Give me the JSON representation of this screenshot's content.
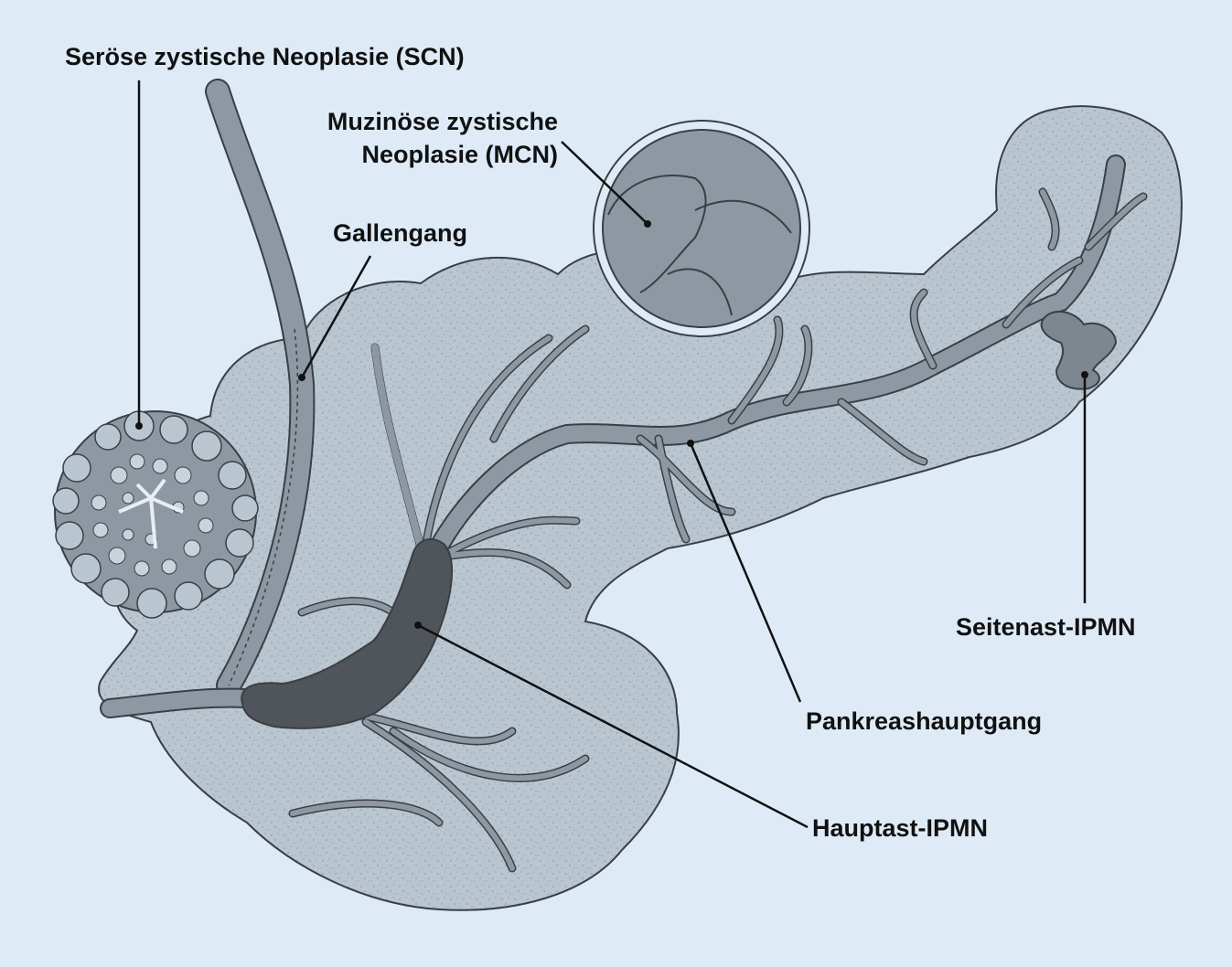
{
  "colors": {
    "background": "#deebf7",
    "pancreas_fill": "#b9c6d0",
    "duct": "#8e98a2",
    "lesion": "#4f555b",
    "outline": "#3a3f44"
  },
  "labels": {
    "scn": "Seröse zystische Neoplasie (SCN)",
    "mcn_line1": "Muzinöse zystische",
    "mcn_line2": "Neoplasie (MCN)",
    "gallengang": "Gallengang",
    "seitenast": "Seitenast-IPMN",
    "pankreashauptgang": "Pankreashauptgang",
    "hauptast": "Hauptast-IPMN"
  },
  "icons": [
    "scn-cyst-icon",
    "mcn-cyst-icon",
    "pancreas-icon",
    "bile-duct-icon",
    "main-duct-icon",
    "side-branch-ipmn-icon",
    "main-duct-ipmn-icon"
  ]
}
